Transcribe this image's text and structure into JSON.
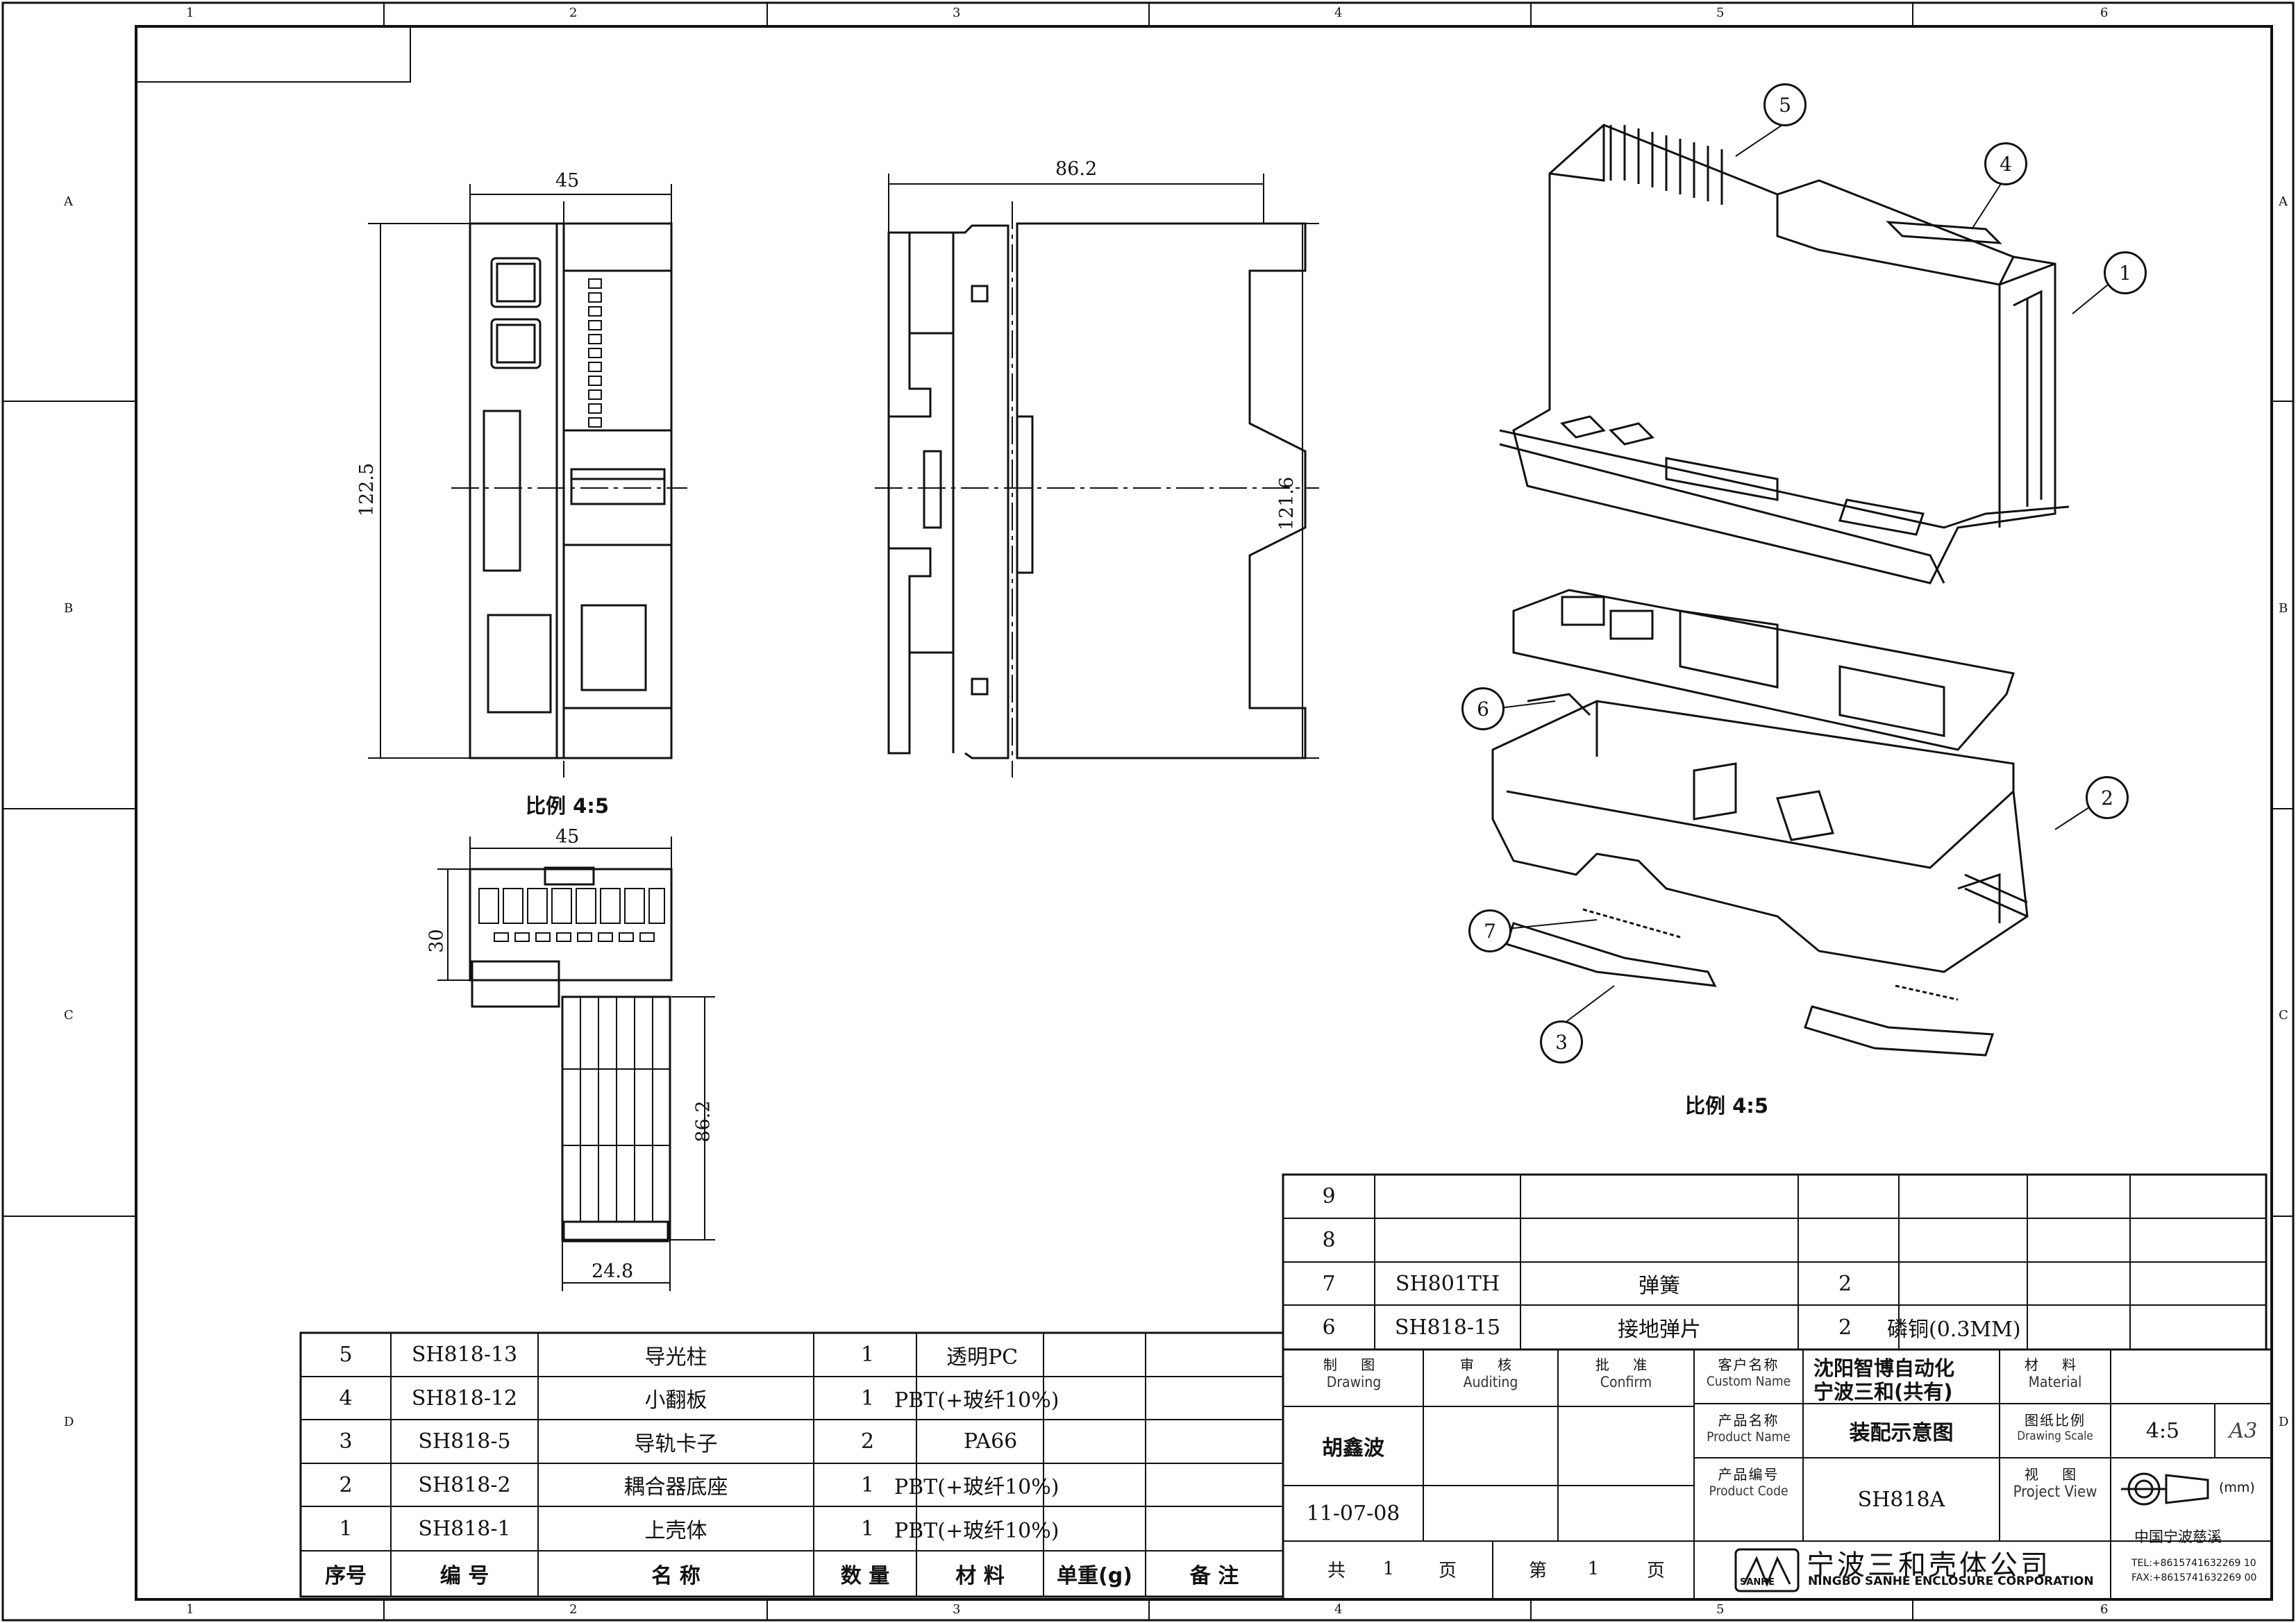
{
  "zones": {
    "columns": [
      "1",
      "2",
      "3",
      "4",
      "5",
      "6"
    ],
    "rows": [
      "A",
      "B",
      "C",
      "D"
    ]
  },
  "front_view": {
    "width_dim": "45",
    "height_dim": "122.5",
    "scale_note": "比例 4:5"
  },
  "side_view": {
    "width_dim": "86.2",
    "height_dim": "121.6"
  },
  "top_view": {
    "width_dim": "45",
    "height_dim": "30",
    "depth_dim": "86.2",
    "offset_dim": "24.8"
  },
  "assembly": {
    "scale_note": "比例 4:5",
    "balloons": [
      "1",
      "2",
      "3",
      "4",
      "5",
      "6",
      "7"
    ]
  },
  "parts_list_upper": {
    "rows": [
      {
        "no": "9",
        "code": "",
        "name": "",
        "qty": "",
        "material": ""
      },
      {
        "no": "8",
        "code": "",
        "name": "",
        "qty": "",
        "material": ""
      },
      {
        "no": "7",
        "code": "SH801TH",
        "name": "弹簧",
        "qty": "2",
        "material": ""
      },
      {
        "no": "6",
        "code": "SH818-15",
        "name": "接地弹片",
        "qty": "2",
        "material": "磷铜(0.3MM)"
      }
    ]
  },
  "parts_list_lower": {
    "rows": [
      {
        "no": "5",
        "code": "SH818-13",
        "name": "导光柱",
        "qty": "1",
        "material": "透明PC"
      },
      {
        "no": "4",
        "code": "SH818-12",
        "name": "小翻板",
        "qty": "1",
        "material": "PBT(+玻纤10%)"
      },
      {
        "no": "3",
        "code": "SH818-5",
        "name": "导轨卡子",
        "qty": "2",
        "material": "PA66"
      },
      {
        "no": "2",
        "code": "SH818-2",
        "name": "耦合器底座",
        "qty": "1",
        "material": "PBT(+玻纤10%)"
      },
      {
        "no": "1",
        "code": "SH818-1",
        "name": "上壳体",
        "qty": "1",
        "material": "PBT(+玻纤10%)"
      }
    ],
    "header": {
      "no": "序号",
      "code": "编 号",
      "name": "名   称",
      "qty": "数 量",
      "material": "材 料",
      "weight": "单重(g)",
      "remark": "备 注"
    }
  },
  "title_block": {
    "drawing_cn": "制 图",
    "drawing_en": "Drawing",
    "auditing_cn": "审 核",
    "auditing_en": "Auditing",
    "confirm_cn": "批 准",
    "confirm_en": "Confirm",
    "customer_cn": "客户名称",
    "customer_en": "Custom Name",
    "customer_value_1": "沈阳智博自动化",
    "customer_value_2": "宁波三和(共有)",
    "material_cn": "材 料",
    "material_en": "Material",
    "product_name_cn": "产品名称",
    "product_name_en": "Product Name",
    "product_name_value": "装配示意图",
    "scale_cn": "图纸比例",
    "scale_en": "Drawing Scale",
    "scale_value": "4:5",
    "sheet_size": "A3",
    "product_code_cn": "产品编号",
    "product_code_en": "Product Code",
    "product_code_value": "SH818A",
    "view_cn": "视 图",
    "view_en": "Project View",
    "unit": "(mm)",
    "drafter": "胡鑫波",
    "date": "11-07-08",
    "total_pages_label_1": "共",
    "total_pages": "1",
    "total_pages_label_2": "页",
    "page_label_1": "第",
    "page": "1",
    "page_label_2": "页",
    "company_cn": "宁波三和壳体公司",
    "company_en": "NINGBO SANHE ENCLOSURE CORPORATION",
    "logo_text": "SANHE",
    "location": "中国宁波慈溪",
    "tel": "TEL:+8615741632269 10",
    "fax": "FAX:+8615741632269 00"
  }
}
